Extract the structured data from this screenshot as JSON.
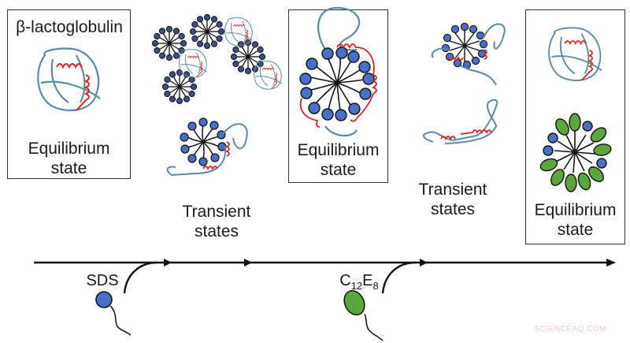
{
  "protein_name": "β-lactoglobulin",
  "states": [
    {
      "label_line1": "Equilibrium",
      "label_line2": "state",
      "boxed": true
    },
    {
      "label_line1": "Transient",
      "label_line2": "states",
      "boxed": false
    },
    {
      "label_line1": "Equilibrium",
      "label_line2": "state",
      "boxed": true
    },
    {
      "label_line1": "Transient",
      "label_line2": "states",
      "boxed": false
    },
    {
      "label_line1": "Equilibrium",
      "label_line2": "state",
      "boxed": true
    }
  ],
  "surfactants": [
    {
      "name": "SDS",
      "head_shape": "circle",
      "color": "#4a6fc7"
    },
    {
      "name_main_1": "C",
      "sub_1": "12",
      "name_main_2": "E",
      "sub_2": "8",
      "head_shape": "ellipse",
      "color": "#5aa83c"
    }
  ],
  "colors": {
    "protein_coil": "#5b8aa6",
    "helix": "#e0201e",
    "sds_head": "#4a6fc7",
    "c12e8_head": "#5aa83c",
    "arrow": "#111111"
  },
  "watermark": "SCIENCEAQ.COM"
}
